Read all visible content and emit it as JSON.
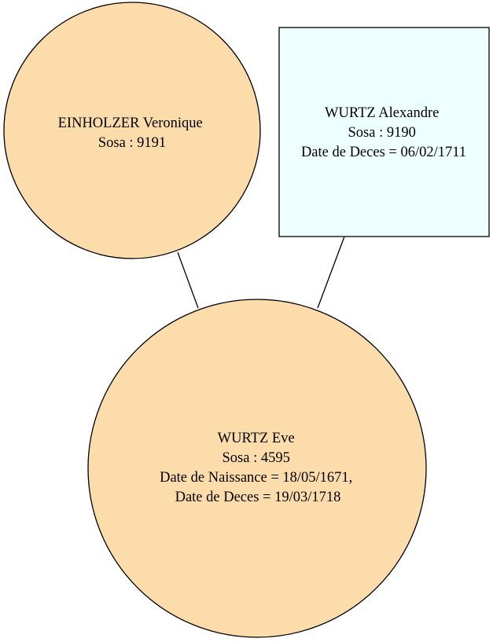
{
  "colors": {
    "female_fill": "#fddcac",
    "male_fill": "#eeffff",
    "stroke": "#000000",
    "background": "#ffffff"
  },
  "nodes": {
    "mother": {
      "shape": "circle",
      "name": "EINHOLZER Veronique",
      "sosa": "Sosa : 9191"
    },
    "father": {
      "shape": "box",
      "name": "WURTZ Alexandre",
      "sosa": "Sosa : 9190",
      "death": "Date de Deces = 06/02/1711"
    },
    "child": {
      "shape": "circle",
      "name": "WURTZ Eve",
      "sosa": "Sosa : 4595",
      "birth": "Date de Naissance = 18/05/1671,",
      "death": "Date de Deces = 19/03/1718"
    }
  },
  "edges": [
    {
      "from": "mother",
      "to": "child"
    },
    {
      "from": "father",
      "to": "child"
    }
  ]
}
